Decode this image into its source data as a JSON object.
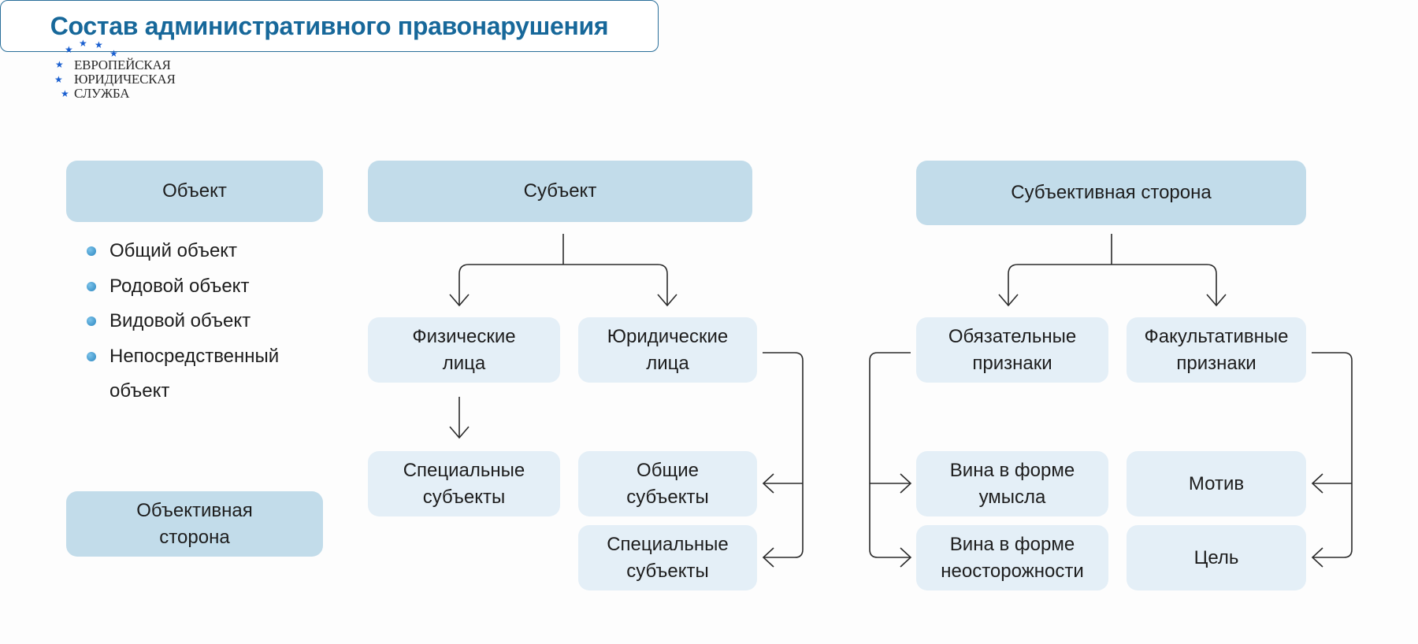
{
  "logo": {
    "lines": [
      "ЕВРОПЕЙСКАЯ",
      "ЮРИДИЧЕСКАЯ",
      "СЛУЖБА"
    ],
    "star_color": "#1a5fd0"
  },
  "title": "Состав административного правонарушения",
  "colors": {
    "title_text": "#17689a",
    "title_border": "#2a6f9a",
    "header_box": "#c2dcea",
    "child_box": "#e4eff7",
    "bullet": "#2a86c0",
    "connector": "#2b2b2b"
  },
  "object": {
    "label": "Объект",
    "items": [
      "Общий объект",
      "Родовой объект",
      "Видовой объект",
      "Непосредственный",
      "объект"
    ]
  },
  "objective_side": {
    "label": "Объективная\nсторона"
  },
  "subject": {
    "label": "Субъект",
    "individuals": "Физические\nлица",
    "legal_entities": "Юридические\nлица",
    "special_subjects": "Специальные\nсубъекты",
    "general_subjects": "Общие\nсубъекты",
    "special_subjects_legal": "Специальные\nсубъекты"
  },
  "subjective_side": {
    "label": "Субъективная сторона",
    "mandatory": "Обязательные\nпризнаки",
    "optional": "Факультативные\nпризнаки",
    "intent": "Вина в форме\nумысла",
    "negligence": "Вина в форме\nнеосторожности",
    "motive": "Мотив",
    "goal": "Цель"
  }
}
